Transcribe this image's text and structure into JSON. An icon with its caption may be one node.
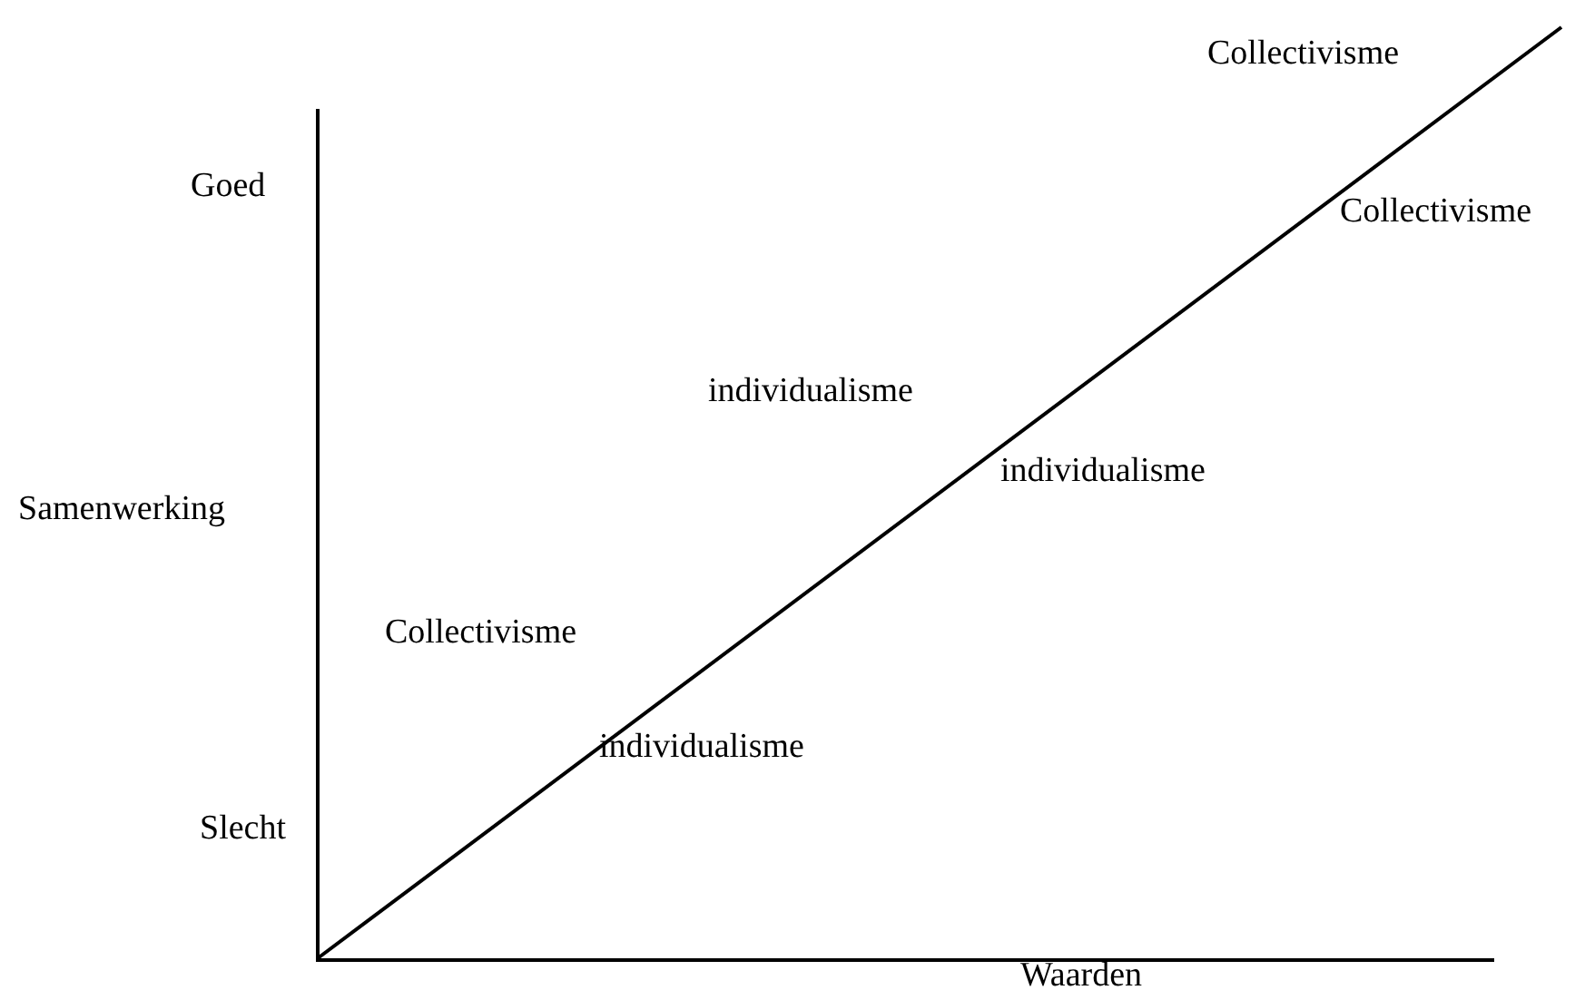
{
  "diagram": {
    "labels": [
      "Collectivisme",
      "Goed",
      "Collectivisme",
      "individualisme",
      "individualisme",
      "Samenwerking",
      "Collectivisme",
      "individualisme",
      "Slecht",
      "Waarden"
    ]
  }
}
